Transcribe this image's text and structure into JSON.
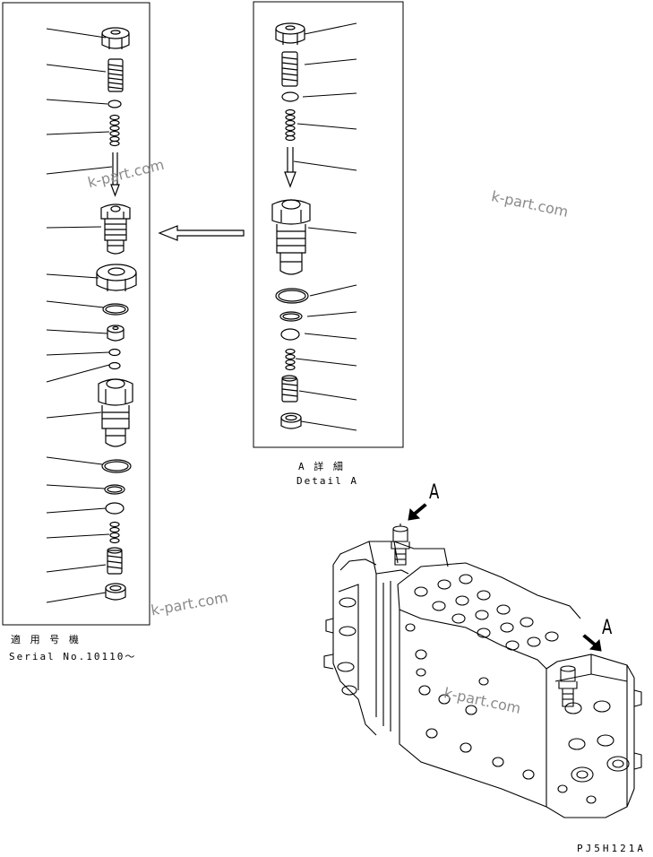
{
  "serial_box": {
    "label_jp": "適 用 号 機",
    "label_en": "Serial No.10110～"
  },
  "detail_box": {
    "label_jp": "A  詳  細",
    "label_en": "Detail A"
  },
  "markers": [
    "A",
    "A"
  ],
  "watermarks": [
    "k-part.com",
    "k-part.com",
    "k-part.com",
    "k-part.com"
  ],
  "drawing_code": "PJ5H121A"
}
